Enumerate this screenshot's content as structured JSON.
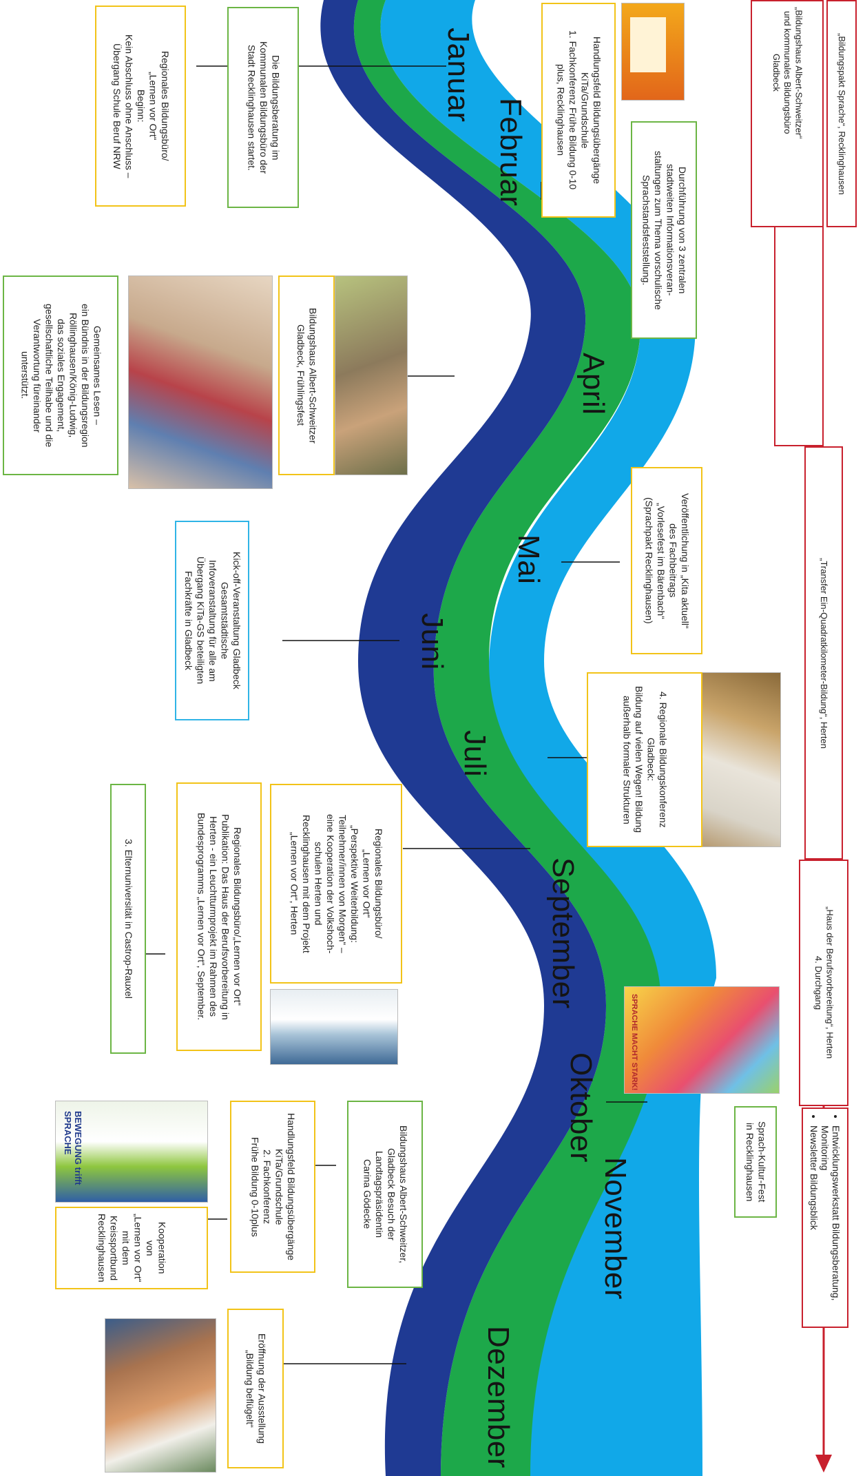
{
  "colors": {
    "navy": "#1f3a93",
    "green": "#1da84a",
    "sky": "#11a8e8",
    "red_frame": "#c8202d",
    "yellow_frame": "#f2c318",
    "green_frame": "#6bb544",
    "blue_frame": "#2fb4e6"
  },
  "months": {
    "januar": "Januar",
    "februar": "Februar",
    "april": "April",
    "mai": "Mai",
    "juni": "Juni",
    "juli": "Juli",
    "september": "September",
    "oktober": "Oktober",
    "november": "November",
    "dezember": "Dezember"
  },
  "projects": {
    "sprachpakt": "„Bildungspakt Sprache“, Recklinghausen",
    "bildungshaus": "„Bildungshaus Albert-Schweitzer“\nund kommunales Bildungsbüro\nGladbeck",
    "transfer": "„Transfer Ein-Quadratkilometer-Bildung“, Herten",
    "haus_berufsvorbereitung": "„Haus der Berufsvorbereitung“, Herten\n4. Durchgang",
    "bullets": [
      "Entwicklungswerkstatt Bildungsberatung, Monitoring",
      "Newsletter Bildungsblick"
    ]
  },
  "events": {
    "handlungsfeld_1": "Handlungsfeld Bildungsübergänge\nKiTa/Grundschule\n1. Fachkonferenz Frühe Bildung 0-10\nplus, Recklinghausen",
    "durchfuehrung": "Durchführung von 3 zentralen\nstadtweiten Informationsveran-\nstaltungen zum Thema vorschulische\nSprachstandsfeststellung.",
    "bildungsberatung": "Die Bildungsberatung im\nKommunalen Bildungsbüro der\nStadt Recklinghausen startet.",
    "regionales_1": "Regionales Bildungsbüro/\n„Lernen vor Ort“\nBeginn:\nKein Abschluss ohne Anschluss –\nÜbergang Schule Beruf NRW",
    "fruehlingsfest": "Bildungshaus Albert-Schweitzer\nGladbeck, Frühlingsfest",
    "gemeinsames_lesen": "Gemeinsames Lesen –\nein Bündnis in der Bildungsregion\nRöllinghausen/König-Ludwig,\ndas soziales Engagement,\ngesellschaftliche Teilhabe und die\nVerantwortung füreinander\nunterstützt.",
    "veroeffentlichung": "Veröffentlichung in „Kita aktuell“\ndes Fachbeitrags\n„Vorlesefest im Bärenbach“\n(Sprachpakt Recklinghausen)",
    "kickoff": "Kick-off-Veranstaltung Gladbeck\nGesamtstädtische\nInfoveranstaltung für alle am\nÜbergang KiTa-GS beteiligten\nFachkräfte in Gladbeck",
    "konferenz_4": "4. Regionale Bildungskonferenz\nGladbeck:\nBildung auf vielen Wegen! Bildung\naußerhalb formaler Strukturen",
    "regionales_2": "Regionales Bildungsbüro/\n„Lernen vor Ort“\n„Perspektive Weiterbildung:\nTeilnehmer/innen von Morgen“ –\neine Kooperation der Volkshoch-\nschulen Herten und\nRecklinghausen mit dem Projekt\n„Lernen vor Ort“, Herten",
    "publikation": "Regionales Bildungsbüro/„Lernen vor Ort“\nPublikation: Das Haus der Berufsvorbereitung in\nHerten - ein Leuchtturmprojekt im Rahmen des\nBundesprogramms „Lernen vor Ort“, September.",
    "elternuni": "3. Elternuniversität in Castrop-Rauxel",
    "sprach_kultur": "Sprach-Kultur-Fest\nin Recklinghausen",
    "besuch": "Bildungshaus Albert-Schweitzer,\nGladbeck Besuch der\nLandtagspräsidentin\nCarina Gödecke",
    "handlungsfeld_2": "Handlungsfeld Bildungsübergänge\nKiTa/Grundschule\n2. Fachkonferenz\nFrühe Bildung 0-10plus",
    "kooperation": "Kooperation von\n„Lernen vor Ort“\nmit dem\nKreissportbund\nRecklinghausen",
    "ausstellung": "Eröffnung der Ausstellung\n„Bildung beflügelt“"
  },
  "poster_texts": {
    "sprache_macht_stark": "SPRACHE MACHT STARK!",
    "bewegung_trifft_sprache": "BEWEGUNG trifft SPRACHE"
  }
}
